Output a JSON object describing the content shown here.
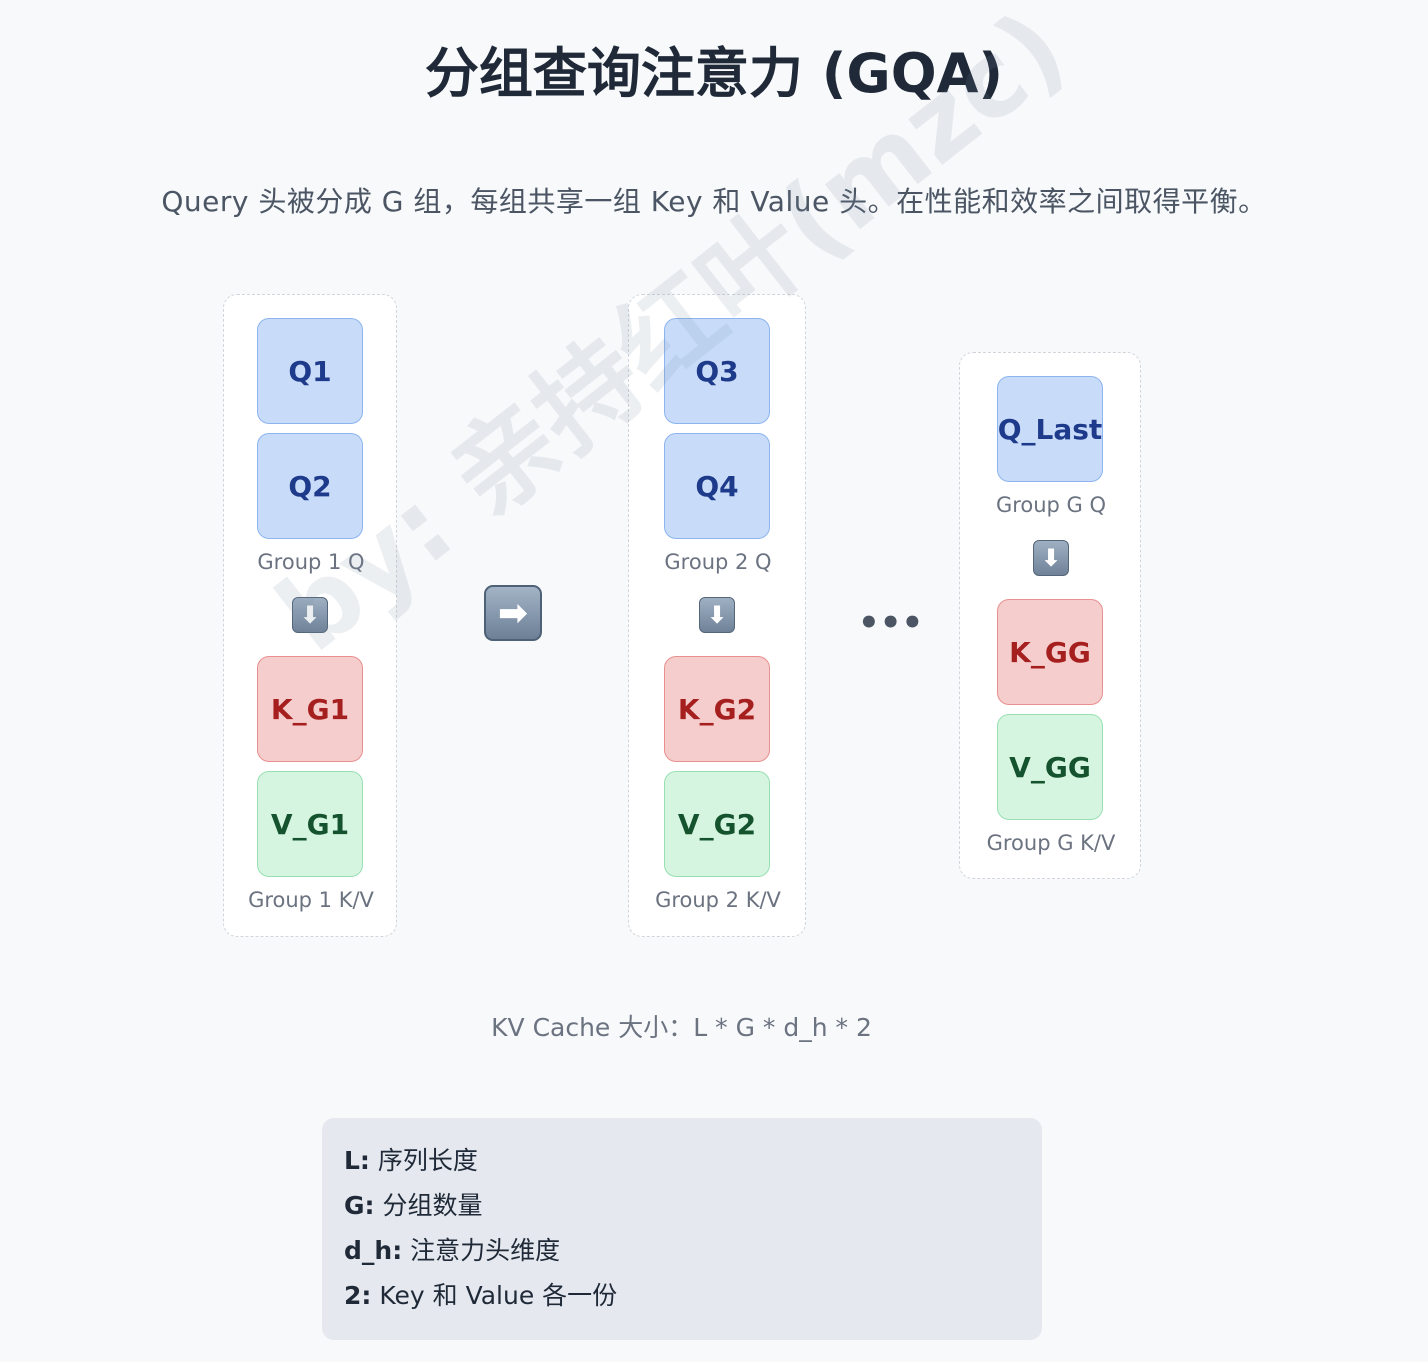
{
  "title": "分组查询注意力 (GQA)",
  "subtitle": "Query 头被分成 G 组，每组共享一组 Key 和 Value 头。在性能和效率之间取得平衡。",
  "groups": [
    {
      "queries": [
        "Q1",
        "Q2"
      ],
      "q_label": "Group 1 Q",
      "key": "K_G1",
      "value": "V_G1",
      "kv_label": "Group 1 K/V"
    },
    {
      "queries": [
        "Q3",
        "Q4"
      ],
      "q_label": "Group 2 Q",
      "key": "K_G2",
      "value": "V_G2",
      "kv_label": "Group 2 K/V"
    },
    {
      "queries": [
        "Q_Last"
      ],
      "q_label": "Group G Q",
      "key": "K_GG",
      "value": "V_GG",
      "kv_label": "Group G K/V"
    }
  ],
  "arrow_down_glyph": "⬇",
  "arrow_right_glyph": "➡",
  "ellipsis": "•••",
  "kv_cache_formula": "KV Cache 大小：L * G * d_h * 2",
  "legend": [
    {
      "term": "L:",
      "desc": "序列长度"
    },
    {
      "term": "G:",
      "desc": "分组数量"
    },
    {
      "term": "d_h:",
      "desc": "注意力头维度"
    },
    {
      "term": "2:",
      "desc": "Key 和 Value 各一份"
    }
  ],
  "watermark": "by: 亲持红叶(mzc)",
  "colors": {
    "query_fill": "#c8dcfa",
    "key_fill": "#f5cdcd",
    "value_fill": "#d6f5e0",
    "legend_bg": "#e5e9ef"
  }
}
